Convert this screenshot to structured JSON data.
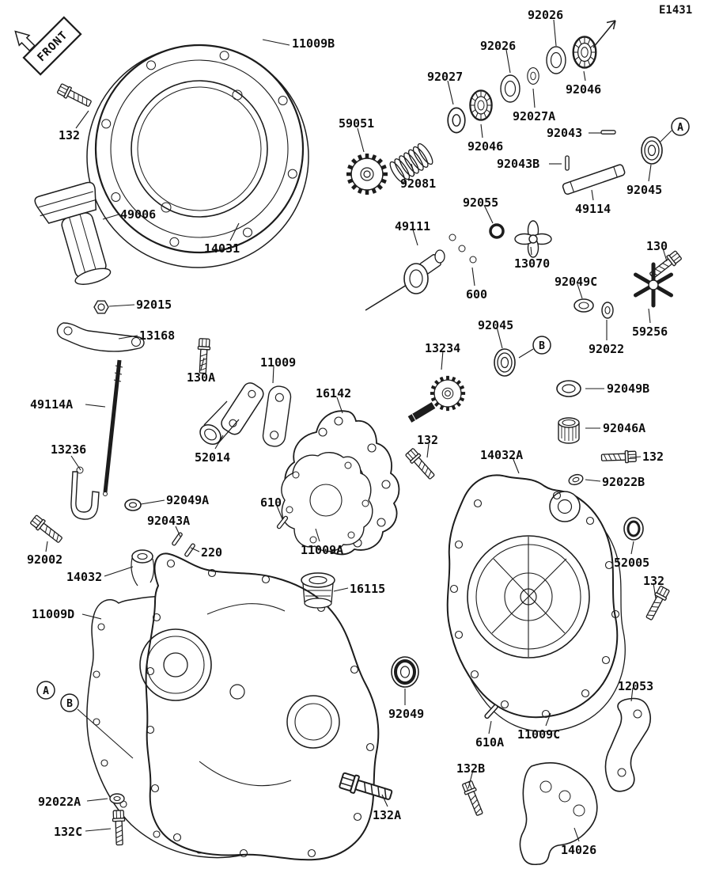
{
  "meta": {
    "drawing_code": "E1431",
    "front_marker": "FRONT"
  },
  "ref_letters": {
    "A": "A",
    "B": "B"
  },
  "parts": {
    "11009B": "11009B",
    "132": "132",
    "49006": "49006",
    "14031": "14031",
    "92015": "92015",
    "13168": "13168",
    "49114A": "49114A",
    "13236": "13236",
    "92049A": "92049A",
    "92043A": "92043A",
    "220": "220",
    "92002": "92002",
    "14032": "14032",
    "11009D": "11009D",
    "130A": "130A",
    "11009": "11009",
    "52014": "52014",
    "16142": "16142",
    "610": "610",
    "11009A": "11009A",
    "16115": "16115",
    "59051": "59051",
    "92081": "92081",
    "92027": "92027",
    "92046": "92046",
    "92026": "92026",
    "92027A": "92027A",
    "92043": "92043",
    "92043B": "92043B",
    "92045": "92045",
    "49114": "49114",
    "92055": "92055",
    "49111": "49111",
    "600": "600",
    "13070": "13070",
    "92049C": "92049C",
    "130": "130",
    "59256": "59256",
    "92022": "92022",
    "13234": "13234",
    "92049B": "92049B",
    "92046A": "92046A",
    "14032A": "14032A",
    "92022B": "92022B",
    "52005": "52005",
    "92049": "92049",
    "610A": "610A",
    "11009C": "11009C",
    "12053": "12053",
    "132B": "132B",
    "14026": "14026",
    "132A": "132A",
    "92022A": "92022A",
    "132C": "132C"
  }
}
